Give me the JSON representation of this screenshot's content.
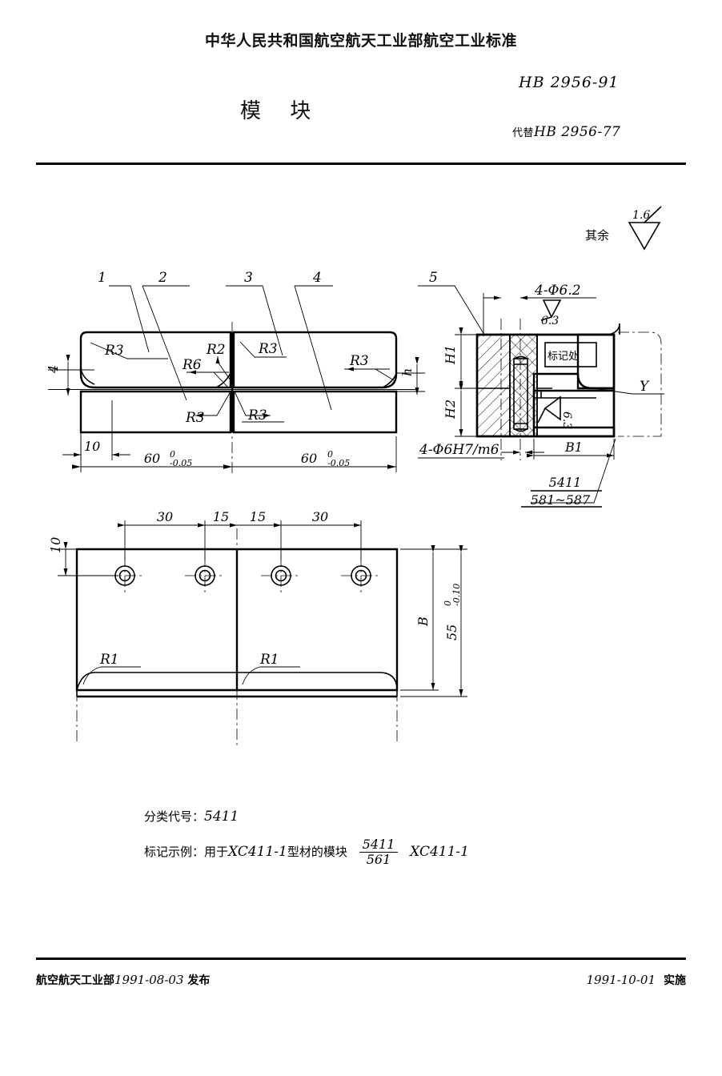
{
  "header": {
    "org_line": "中华人民共和国航空航天工业部航空工业标准",
    "doc_title": "模 块",
    "standard_no": "HB 2956-91",
    "replaces_prefix": "代替",
    "replaces_no": "HB 2956-77"
  },
  "surface": {
    "others_label": "其余",
    "others_value": "1.6",
    "hole_finish": "6.3",
    "slot_finish": "6.3"
  },
  "front_view": {
    "balloons": [
      "1",
      "2",
      "3",
      "4"
    ],
    "radii": {
      "r3_top_left": "R3",
      "r6": "R6",
      "r2": "R2",
      "r3_bot_left": "R3",
      "r3_top_right": "R3",
      "r3_bot_right": "R3",
      "r3_right_end": "R3"
    },
    "dims": {
      "height_4": "4",
      "height_h": "h",
      "offset_10": "10",
      "length_left_value": "60",
      "length_left_tol_up": "0",
      "length_left_tol_dn": "-0.05",
      "length_right_value": "60",
      "length_right_tol_up": "0",
      "length_right_tol_dn": "-0.05"
    }
  },
  "section_view": {
    "balloon": "5",
    "hole_note_top": "4-Φ6.2",
    "hole_note_bottom": "4-Φ6H7/m6",
    "marking_box_label": "标记处",
    "dims": {
      "h1": "H1",
      "h2": "H2",
      "b1": "B1",
      "y": "Y"
    },
    "part_mark_top": "5411",
    "part_mark_bottom": "581~587"
  },
  "top_view": {
    "hole_spacings": [
      "30",
      "15",
      "15",
      "30"
    ],
    "edge_offset": "10",
    "radii": [
      "R1",
      "R1"
    ],
    "dims": {
      "b": "B",
      "width_value": "55",
      "width_tol_up": "0",
      "width_tol_dn": "-0.10"
    },
    "hole_count": 4
  },
  "notes": {
    "class_code_label": "分类代号：",
    "class_code_value": "5411",
    "example_label": "标记示例：",
    "example_text_1": "用于",
    "example_profile": "XC411-1",
    "example_text_2": "型材的模块",
    "example_frac_top": "5411",
    "example_frac_bottom": "561",
    "example_suffix": "XC411-1"
  },
  "footer": {
    "issuer": "航空航天工业部",
    "issue_date": "1991-08-03",
    "issue_verb": "发布",
    "effective_date": "1991-10-01",
    "effective_verb": "实施"
  }
}
